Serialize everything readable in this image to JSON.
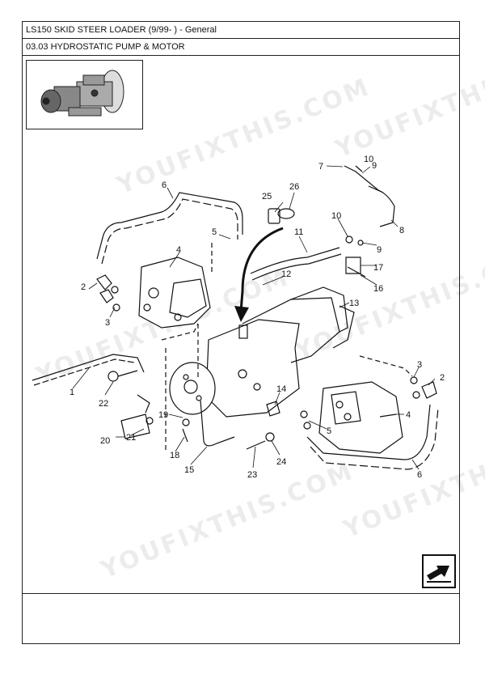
{
  "header": {
    "title": "LS150 SKID STEER LOADER (9/99- ) - General",
    "section": "03.03 HYDROSTATIC PUMP & MOTOR"
  },
  "watermark": "YOUFIXTHIS.COM",
  "callouts": {
    "c1": "1",
    "c2a": "2",
    "c2b": "2",
    "c3a": "3",
    "c3b": "3",
    "c4a": "4",
    "c4b": "4",
    "c5a": "5",
    "c5b": "5",
    "c6a": "6",
    "c6b": "6",
    "c7": "7",
    "c8": "8",
    "c9a": "9",
    "c9b": "9",
    "c10a": "10",
    "c10b": "10",
    "c11": "11",
    "c12": "12",
    "c13": "13",
    "c14": "14",
    "c15": "15",
    "c16": "16",
    "c17": "17",
    "c18": "18",
    "c19": "19",
    "c20": "20",
    "c21": "21",
    "c22": "22",
    "c23": "23",
    "c24": "24",
    "c25": "25",
    "c26": "26"
  },
  "icons": {
    "next": "next-page-arrow-icon"
  }
}
